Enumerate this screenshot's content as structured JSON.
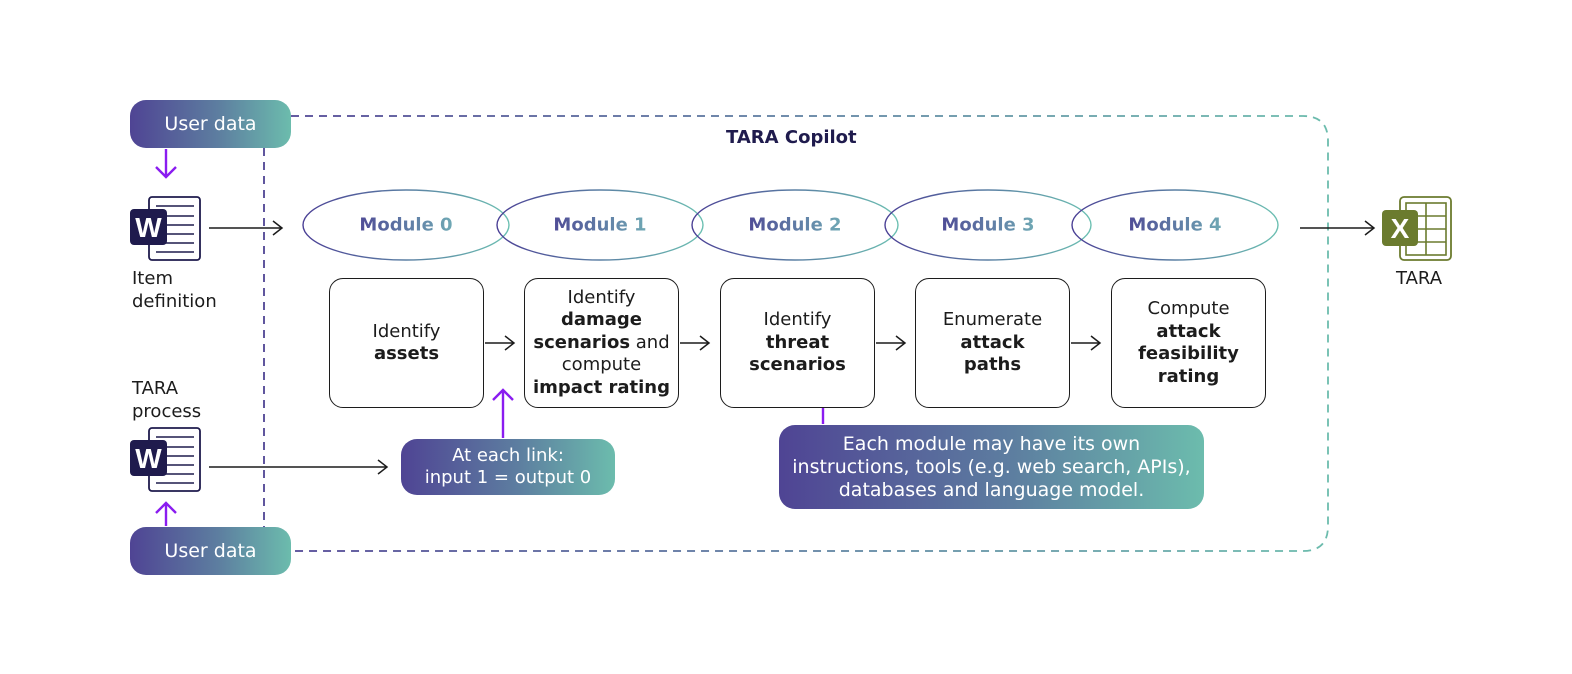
{
  "title": "TARA Copilot",
  "inputs": {
    "user_data_top": "User data",
    "user_data_bottom": "User data",
    "item_definition": {
      "line1": "Item",
      "line2": "definition",
      "icon": "word-document-icon"
    },
    "tara_process": {
      "line1": "TARA",
      "line2": "process",
      "icon": "word-document-icon"
    }
  },
  "modules": [
    {
      "label": "Module 0"
    },
    {
      "label": "Module 1"
    },
    {
      "label": "Module 2"
    },
    {
      "label": "Module 3"
    },
    {
      "label": "Module 4"
    }
  ],
  "steps": [
    {
      "parts": [
        {
          "t": "Identify",
          "b": false
        },
        {
          "t": "assets",
          "b": true
        }
      ]
    },
    {
      "parts": [
        {
          "t": "Identify",
          "b": false
        },
        {
          "t": "damage",
          "b": true
        },
        {
          "t": "scenarios",
          "b": true,
          "tail": " and"
        },
        {
          "t": "compute",
          "b": false
        },
        {
          "t": "impact rating",
          "b": true
        }
      ]
    },
    {
      "parts": [
        {
          "t": "Identify",
          "b": false
        },
        {
          "t": "threat",
          "b": true
        },
        {
          "t": "scenarios",
          "b": true
        }
      ]
    },
    {
      "parts": [
        {
          "t": "Enumerate",
          "b": false
        },
        {
          "t": "attack",
          "b": true
        },
        {
          "t": "paths",
          "b": true
        }
      ]
    },
    {
      "parts": [
        {
          "t": "Compute",
          "b": false
        },
        {
          "t": "attack",
          "b": true
        },
        {
          "t": "feasibility",
          "b": true
        },
        {
          "t": "rating",
          "b": true
        }
      ]
    }
  ],
  "notes": {
    "link_note": {
      "line1": "At each link:",
      "line2": "input 1 = output 0"
    },
    "module_note": {
      "line1": "Each module may have its own",
      "line2": "instructions, tools (e.g. web search, APIs),",
      "line3": "databases and language model."
    }
  },
  "output": {
    "label": "TARA",
    "icon": "excel-spreadsheet-icon"
  },
  "colors": {
    "gradient_start": "#4f4494",
    "gradient_end": "#6cbcad",
    "accent_arrow": "#8a1cf0",
    "word_icon": "#1f1b4d",
    "excel_icon": "#6b7b2e"
  }
}
